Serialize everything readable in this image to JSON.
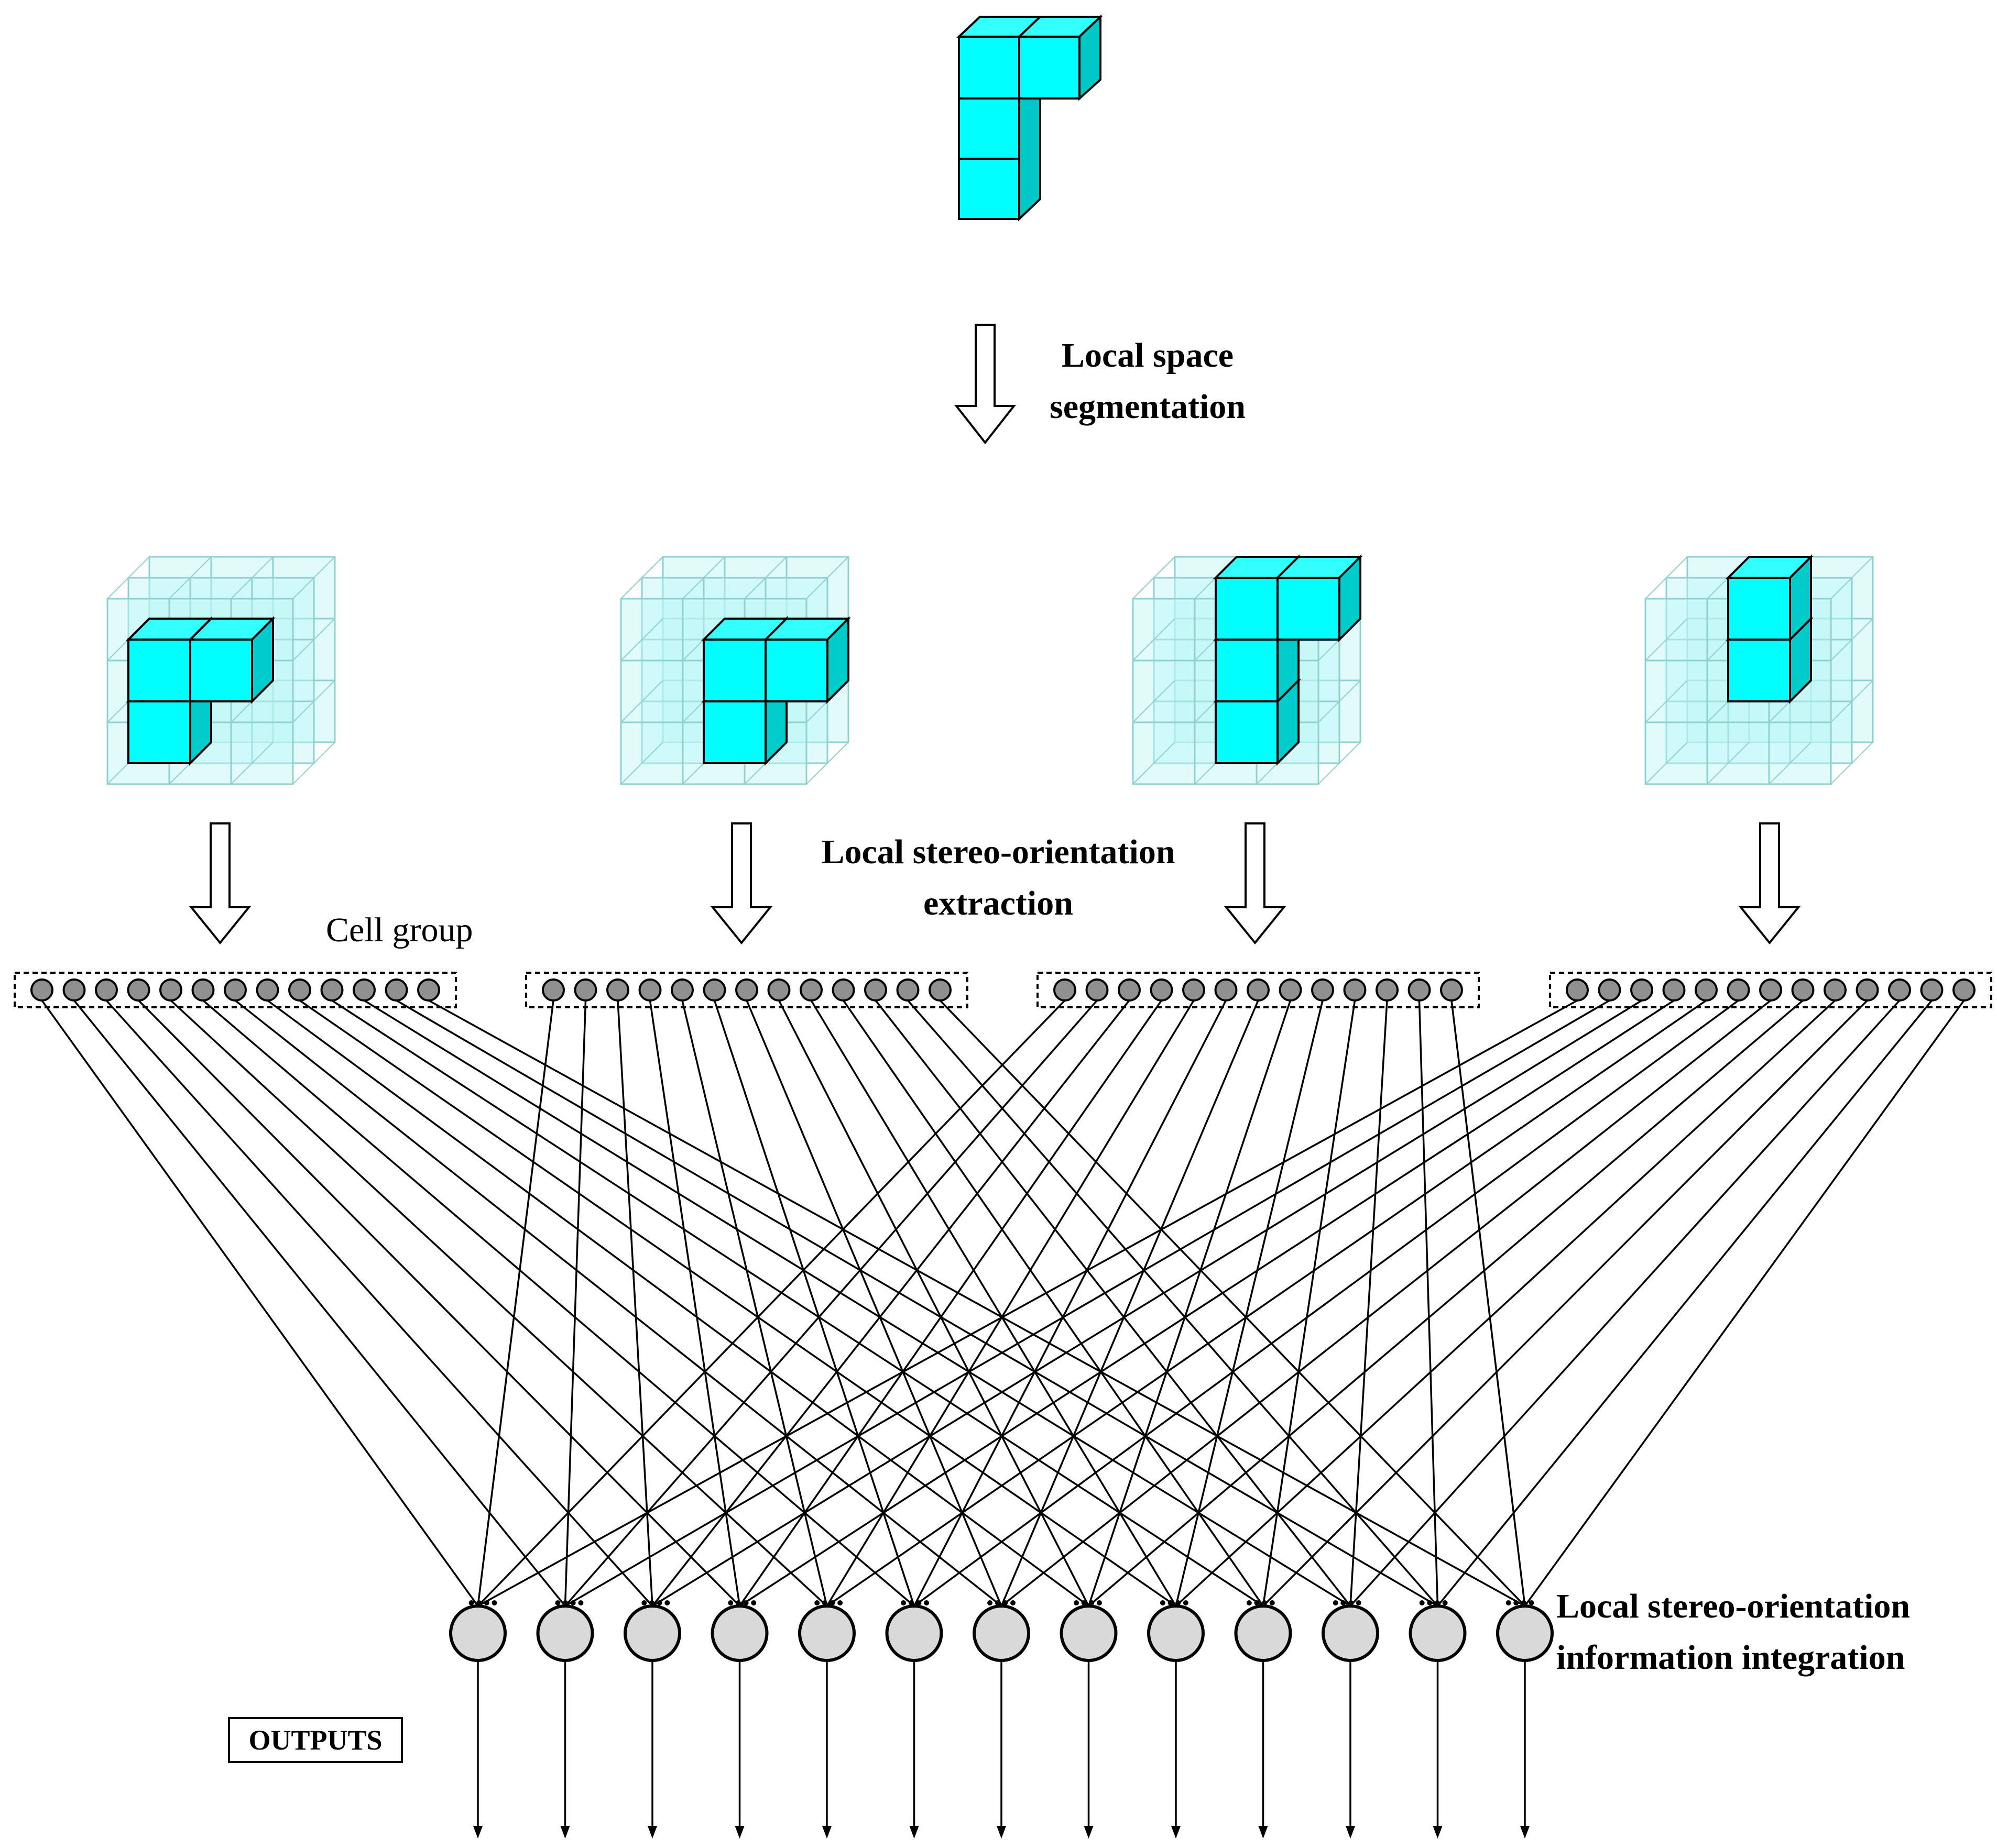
{
  "labels": {
    "segmentation": [
      "Local space",
      "segmentation"
    ],
    "extraction": [
      "Local stereo-orientation",
      "extraction"
    ],
    "integration": [
      "Local stereo-orientation",
      "information integration"
    ],
    "cell_group": "Cell group",
    "outputs": "OUTPUTS"
  },
  "network": {
    "groups": 4,
    "cells_per_group": 13,
    "output_neurons": 13
  },
  "colors": {
    "cube": "#00ffff",
    "cube_side": "#00cccc",
    "cube_top": "#33ffff",
    "ghost": "#bdf7f7",
    "cell_fill": "#909090",
    "neuron_fill": "#d9d9d9"
  }
}
